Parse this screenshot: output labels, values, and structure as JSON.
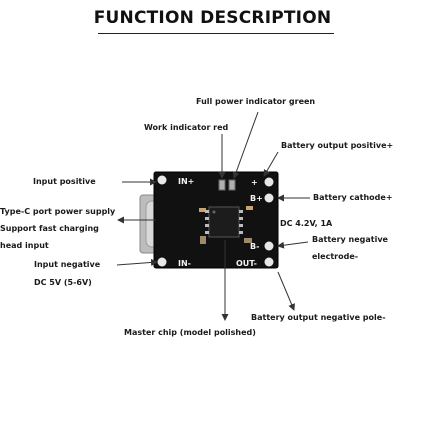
{
  "header": {
    "title": "FUNCTION DESCRIPTION"
  },
  "labels": {
    "full_power_indicator": "Full power indicator green",
    "work_indicator": "Work indicator red",
    "battery_output_positive": "Battery output positive+",
    "input_positive": "Input positive",
    "battery_cathode": "Battery cathode+",
    "typec_line1": "Type-C port power supply",
    "typec_line2": "Support fast charging",
    "typec_line3": "head input",
    "dc_rating": "DC 4.2V, 1A",
    "battery_negative_line1": "Battery negative",
    "battery_negative_line2": "electrode-",
    "input_negative": "Input negative",
    "dc_input": "DC 5V (5-6V)",
    "battery_output_negative": "Battery output negative pole-",
    "master_chip": "Master chip (model polished)"
  },
  "board": {
    "silkscreen": {
      "in_plus": "IN+",
      "in_minus": "IN-",
      "b_plus": "B+",
      "b_minus": "B-",
      "out_minus": "OUT-",
      "plus": "+"
    },
    "colors": {
      "pcb": "#111111",
      "pad": "#e8e8e8",
      "connector": "#c9c9c9",
      "arrow": "#333333"
    }
  }
}
